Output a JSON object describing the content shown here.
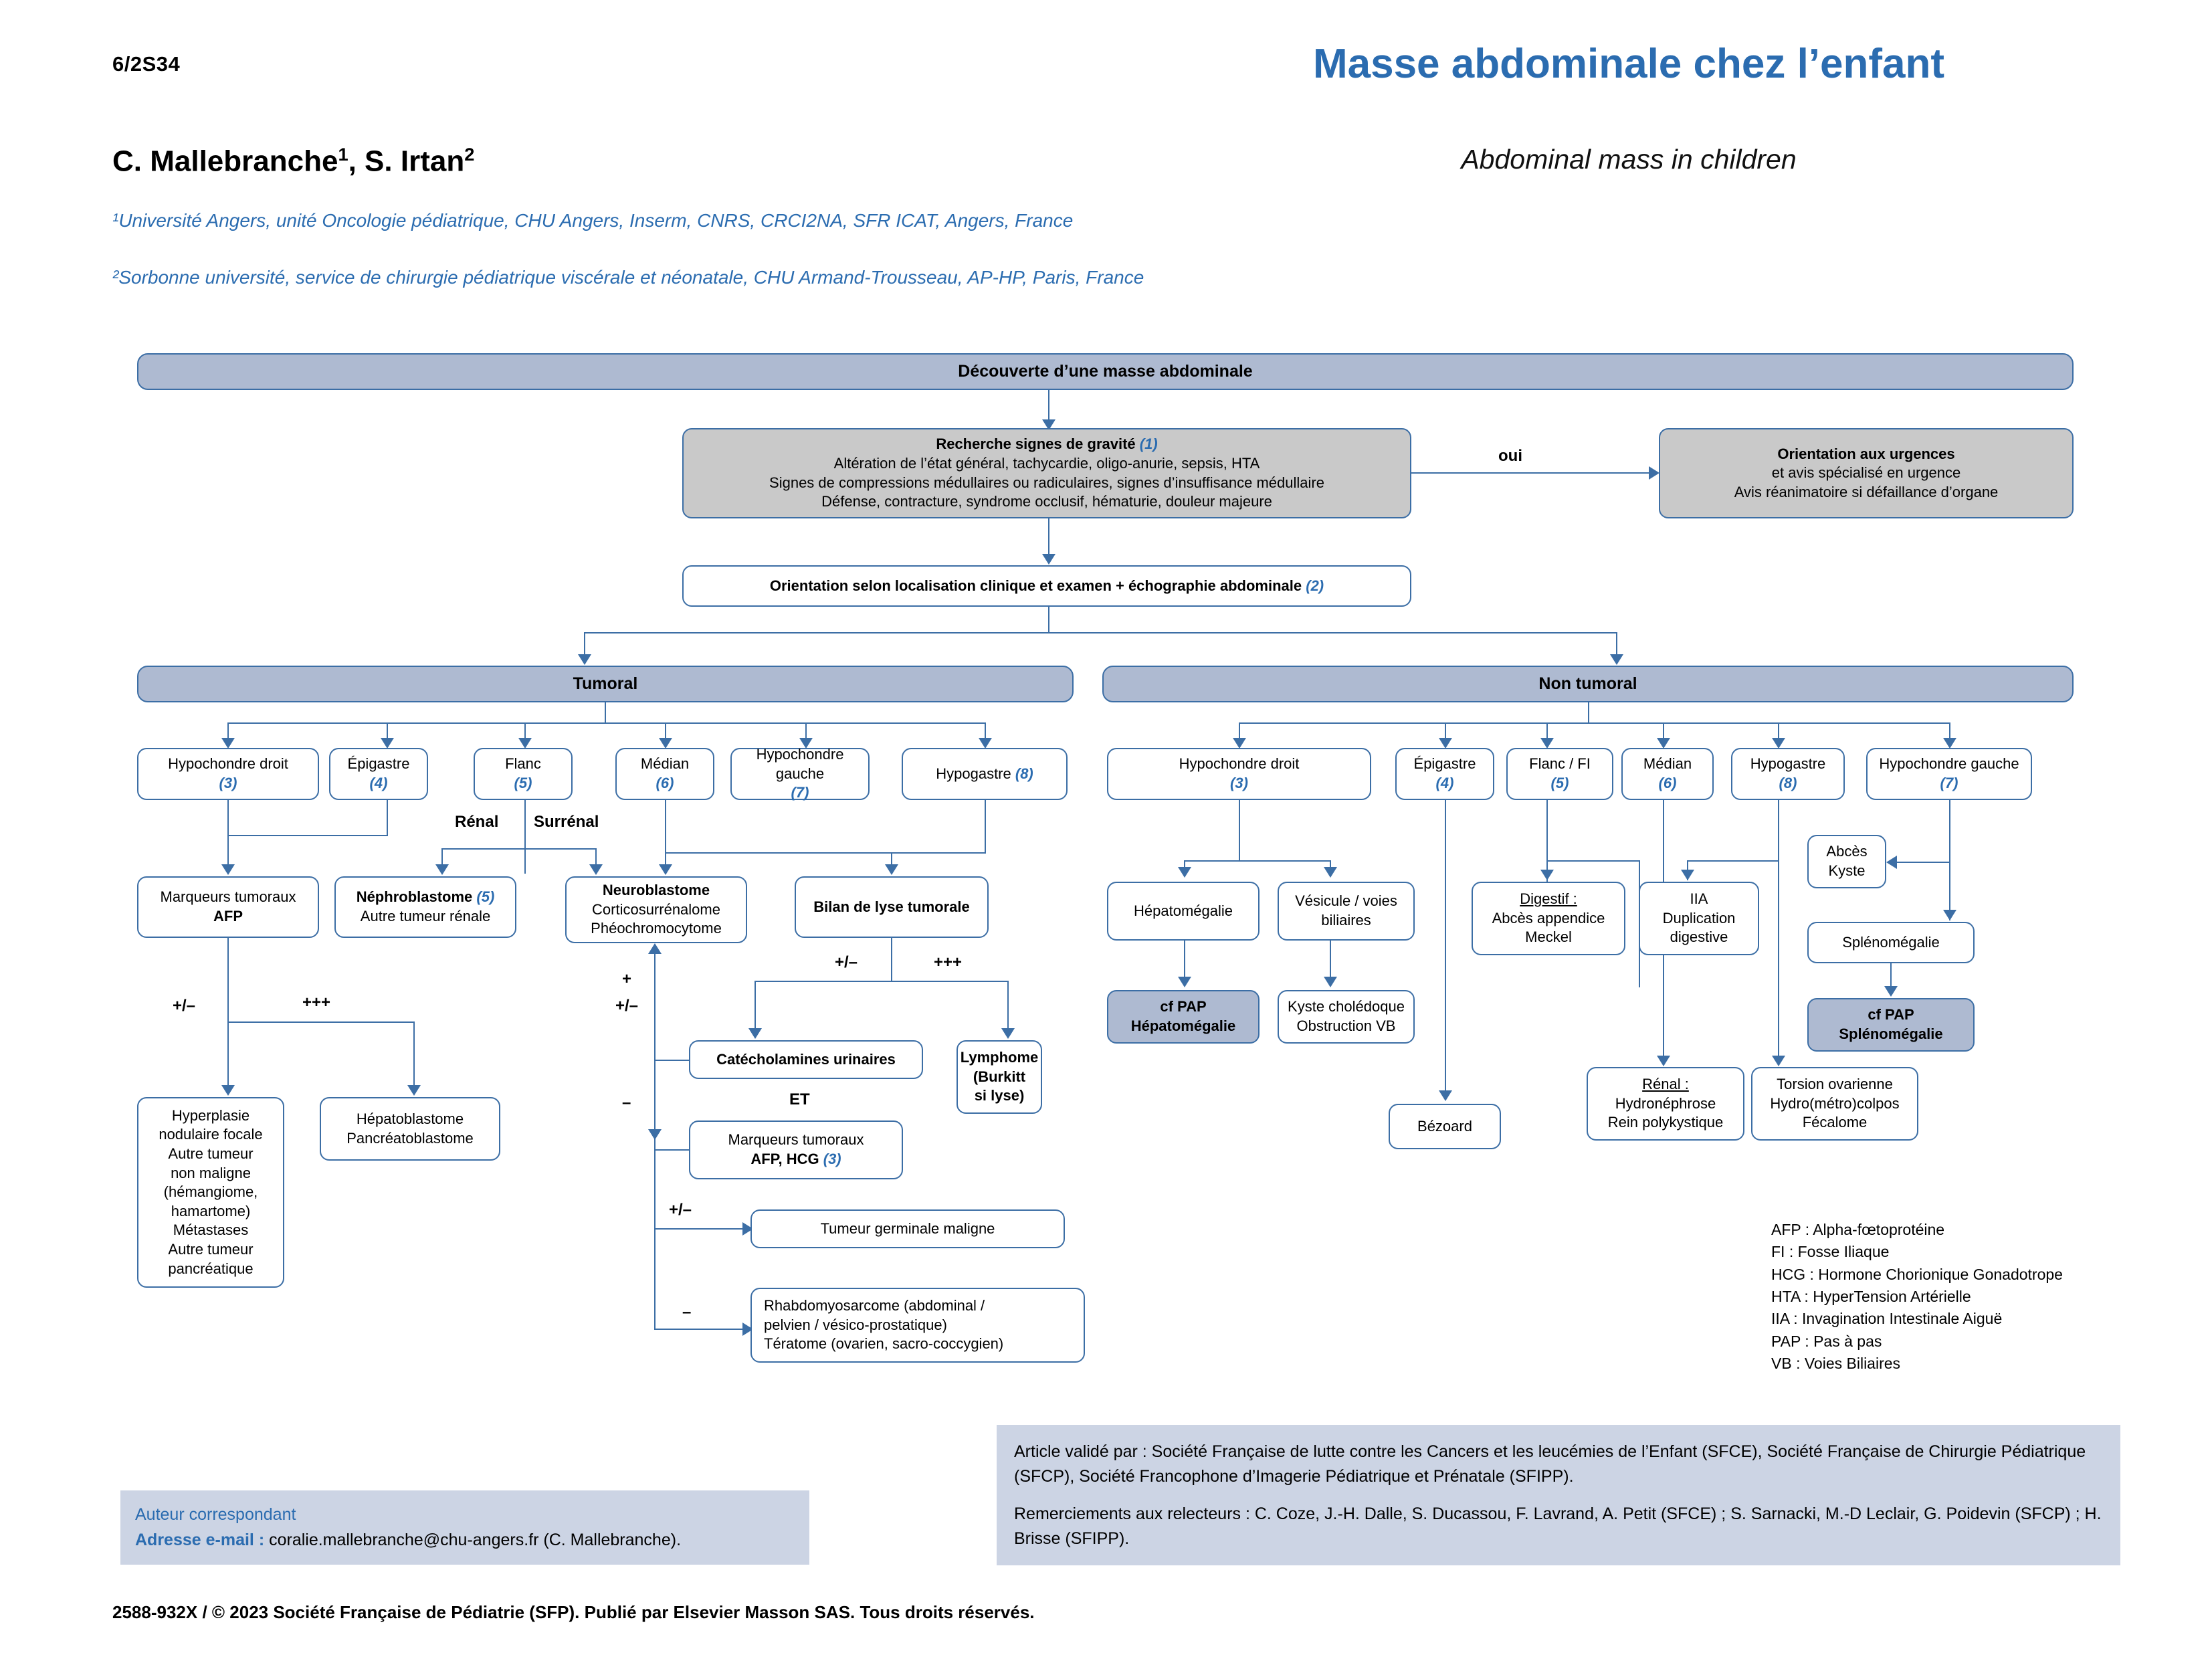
{
  "header": {
    "page_number": "6/2S34",
    "title_fr": "Masse abdominale chez l’enfant",
    "title_en": "Abdominal mass in children",
    "authors": "C. Mallebranche¹, S. Irtan²",
    "affiliation_1": "¹Université Angers, unité Oncologie pédiatrique, CHU Angers, Inserm, CNRS, CRCI2NA, SFR ICAT, Angers, France",
    "affiliation_2": "²Sorbonne université, service de chirurgie pédiatrique viscérale et néonatale, CHU Armand-Trousseau, AP-HP, Paris, France"
  },
  "flow": {
    "start": "Découverte d’une masse abdominale",
    "gravity": {
      "title": "Recherche signes de gravité",
      "ref": "(1)",
      "l1": "Altération de l’état général, tachycardie, oligo-anurie, sepsis, HTA",
      "l2": "Signes de compressions médullaires ou radiculaires, signes d’insuffisance médullaire",
      "l3": "Défense, contracture, syndrome occlusif, hématurie, douleur majeure"
    },
    "yes_label": "oui",
    "urgences": {
      "l1": "Orientation aux urgences",
      "l2": "et avis spécialisé en urgence",
      "l3": "Avis réanimatoire si défaillance d’organe"
    },
    "orientation": {
      "text": "Orientation selon localisation clinique et examen + échographie abdominale",
      "ref": "(2)"
    },
    "branch_tumoral": "Tumoral",
    "branch_non_tumoral": "Non tumoral"
  },
  "tumoral": {
    "locations": [
      {
        "label": "Hypochondre droit",
        "ref": "(3)"
      },
      {
        "label": "Épigastre",
        "ref": "(4)"
      },
      {
        "label": "Flanc",
        "ref": "(5)"
      },
      {
        "label": "Médian",
        "ref": "(6)"
      },
      {
        "label": "Hypochondre gauche",
        "ref": "(7)"
      },
      {
        "label": "Hypogastre",
        "ref": "(8)"
      }
    ],
    "edge_renal": "Rénal",
    "edge_surrenal": "Surrénal",
    "markers_afp": {
      "l1": "Marqueurs tumoraux",
      "l2": "AFP"
    },
    "nephro": {
      "l1": "Néphroblastome",
      "ref": "(5)",
      "l2": "Autre tumeur rénale"
    },
    "neuro": {
      "l1": "Neuroblastome",
      "l2": "Corticosurrénalome",
      "l3": "Phéochromocytome"
    },
    "bilan": "Bilan de lyse tumorale",
    "edge_pm_afp": "+/–",
    "edge_ppp_afp": "+++",
    "edge_pm_bilan": "+/–",
    "edge_ppp_bilan": "+++",
    "edge_plus": "+",
    "edge_plusminus": "+/–",
    "edge_minus": "–",
    "edge_pm_germ": "+/–",
    "edge_minus_rhabdo": "–",
    "catecholamines": "Catécholamines urinaires",
    "et_label": "ET",
    "lymphome": {
      "l1": "Lymphome",
      "l2": "(Burkitt",
      "l3": "si lyse)"
    },
    "markers_afp_hcg": {
      "l1": "Marqueurs tumoraux",
      "l2": "AFP, HCG",
      "ref": "(3)"
    },
    "hyperplasie": {
      "lines": [
        "Hyperplasie",
        "nodulaire focale",
        "Autre tumeur",
        "non maligne",
        "(hémangiome,",
        "hamartome)",
        "Métastases",
        "Autre tumeur",
        "pancréatique"
      ]
    },
    "hepatoblastome": {
      "l1": "Hépatoblastome",
      "l2": "Pancréatoblastome"
    },
    "germinale": "Tumeur germinale maligne",
    "rhabdo": {
      "l1": "Rhabdomyosarcome (abdominal /",
      "l2": "pelvien / vésico-prostatique)",
      "l3": "Tératome (ovarien, sacro-coccygien)"
    }
  },
  "non_tumoral": {
    "locations": [
      {
        "label": "Hypochondre droit",
        "ref": "(3)"
      },
      {
        "label": "Épigastre",
        "ref": "(4)"
      },
      {
        "label": "Flanc / FI",
        "ref": "(5)"
      },
      {
        "label": "Médian",
        "ref": "(6)"
      },
      {
        "label": "Hypogastre",
        "ref": "(8)"
      },
      {
        "label": "Hypochondre gauche",
        "ref": "(7)"
      }
    ],
    "hepatomegalie": "Hépatomégalie",
    "vesicule": {
      "l1": "Vésicule / voies",
      "l2": "biliaires"
    },
    "digestif": {
      "t": "Digestif :",
      "l1": "Abcès appendice",
      "l2": "Meckel"
    },
    "iia": {
      "l1": "IIA",
      "l2": "Duplication",
      "l3": "digestive"
    },
    "abces_kyste": {
      "l1": "Abcès",
      "l2": "Kyste"
    },
    "splenomegalie": "Splénomégalie",
    "pap_hepato": {
      "l1": "cf PAP",
      "l2": "Hépatomégalie"
    },
    "pap_spleno": {
      "l1": "cf PAP",
      "l2": "Splénomégalie"
    },
    "kyste_chol": {
      "l1": "Kyste cholédoque",
      "l2": "Obstruction VB"
    },
    "bezoard": "Bézoard",
    "renal": {
      "t": "Rénal :",
      "l1": "Hydronéphrose",
      "l2": "Rein polykystique"
    },
    "torsion": {
      "l1": "Torsion ovarienne",
      "l2": "Hydro(métro)colpos",
      "l3": "Fécalome"
    }
  },
  "abbreviations": [
    "AFP : Alpha-fœtoprotéine",
    "FI : Fosse Iliaque",
    "HCG : Hormone Chorionique Gonadotrope",
    "HTA : HyperTension Artérielle",
    "IIA : Invagination Intestinale Aiguë",
    "PAP : Pas à pas",
    "VB : Voies Biliaires"
  ],
  "footer": {
    "validated": "Article validé par : Société Française de lutte contre les Cancers et les leucémies de l’Enfant (SFCE), Société Française de Chirurgie Pédiatrique (SFCP), Société Francophone d’Imagerie Pédiatrique et Prénatale (SFIPP).",
    "thanks": "Remerciements aux relecteurs : C. Coze, J.-H. Dalle, S. Ducassou, F. Lavrand, A. Petit (SFCE) ; S. Sarnacki, M.-D Leclair, G. Poidevin (SFCP) ; H. Brisse (SFIPP).",
    "corresponding_label": "Auteur correspondant",
    "email_label": "Adresse e-mail :",
    "email_value": "coralie.mallebranche@chu-angers.fr (C. Mallebranche).",
    "copyright": "2588-932X / © 2023 Société Française de Pédiatrie (SFP). Publié par Elsevier Masson SAS. Tous droits réservés."
  },
  "colors": {
    "accent": "#2b6cb0",
    "band": "#aebad1",
    "gray": "#c9c9c9",
    "line": "#3c6ea5",
    "footer_band": "#ccd4e4"
  }
}
